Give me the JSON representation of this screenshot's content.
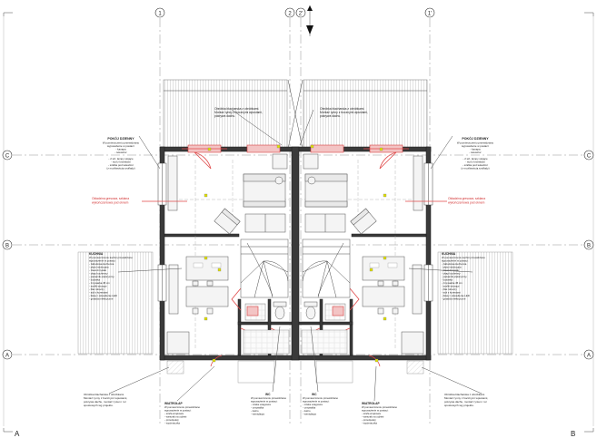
{
  "grid": {
    "axis_1": "1",
    "axis_2": "2",
    "axis_2p": "2'",
    "axis_1p": "1'",
    "axis_A": "A",
    "axis_B": "B",
    "axis_C": "C"
  },
  "section_marks": {
    "bottom_left": "A",
    "bottom_right": "B"
  },
  "notes": {
    "top_left": [
      "Obróbka blacharska z obróbkami.",
      "Montaż rynny z bocznymi wpustami,",
      "pokrywa dachu."
    ],
    "top_right": [
      "Obróbka blacharska z obróbkami.",
      "Montaż rynny z bocznymi wpustami,",
      "pokrywa dachu."
    ],
    "red_left": [
      "Okładzina gresowa, szklana",
      "wykończeniowa pod oknem"
    ],
    "red_right": [
      "Okładzina gresowa, szklana",
      "wykończeniowa pod oknem"
    ]
  },
  "rooms": {
    "pokoj_left": {
      "title": "POKÓJ DZIENNY",
      "lines": [
        "W pomieszczeniu przewidziano",
        "wyposażenie w postaci:",
        "- kanapa",
        "- telewizor",
        "- 2 szt. lampy stojące",
        "- stół z krzesłami",
        "- szafka pod telewizor",
        "(z możliwością szuflady)"
      ]
    },
    "pokoj_right": {
      "title": "POKÓJ DZIENNY",
      "lines": [
        "W pomieszczeniu przewidziano",
        "wyposażenie w postaci:",
        "- kanapa",
        "- telewizor",
        "- 2 szt. lampy stojące",
        "- stół z krzesłami",
        "- szafka pod telewizor",
        "(z możliwością szuflady)"
      ]
    },
    "kuchnia_left": {
      "title": "KUCHNIA",
      "lines": [
        "W pomieszczeniu kuchni przewidziano",
        "wyposażenie w postaci:",
        "- zabudowa kuchenna",
        "- płyta indukcyjna",
        "- zlewozmywak",
        "- okap kuchenny",
        "- piekarnik elektryczny",
        "- lodówka",
        "- zmywarka 45 cm",
        "- szafki wiszące",
        "- blat roboczy",
        "- stół z krzesłami",
        "- listwy i oświetlenie LED",
        "- gniazda elektryczne"
      ]
    },
    "kuchnia_right": {
      "title": "KUCHNIA",
      "lines": [
        "W pomieszczeniu kuchni przewidziano",
        "wyposażenie w postaci:",
        "- zabudowa kuchenna",
        "- płyta indukcyjna",
        "- zlewozmywak",
        "- okap kuchenny",
        "- piekarnik elektryczny",
        "- lodówka",
        "- zmywarka 45 cm",
        "- szafki wiszące",
        "- blat roboczy",
        "- stół z krzesłami",
        "- listwy i oświetlenie LED",
        "- gniazda elektryczne"
      ]
    },
    "wiatrolap_left": {
      "title": "WIATROŁAP",
      "lines": [
        "W pomieszczeniu przewidziano",
        "wyposażenie w postaci:",
        "- szafa wnękowa",
        "- wieszak na odzież",
        "- przedpokój",
        "- wycieraczka"
      ]
    },
    "wiatrolap_right": {
      "title": "WIATROŁAP",
      "lines": [
        "W pomieszczeniu przewidziano",
        "wyposażenie w postaci:",
        "- szafa wnękowa",
        "- wieszak na odzież",
        "- przedpokój",
        "- wycieraczka"
      ]
    },
    "wc_left": {
      "title": "WC",
      "lines": [
        "W pomieszczeniu przewidziano",
        "wyposażenie w postaci:",
        "- miska ustępowa",
        "- umywalka",
        "- lustro",
        "- wentylacja"
      ]
    },
    "wc_right": {
      "title": "WC",
      "lines": [
        "W pomieszczeniu przewidziano",
        "wyposażenie w postaci:",
        "- miska ustępowa",
        "- umywalka",
        "- lustro",
        "- wentylacja"
      ]
    }
  },
  "bottom_notes": {
    "left": [
      "Obróbka blacharska z obróbkami.",
      "Montaż rynny z bocznymi wpustami,",
      "pokrywa dachu, montaż rynien i rur",
      "spustowych wg projektu."
    ],
    "right": [
      "Obróbka blacharska z obróbkami.",
      "Montaż rynny z bocznymi wpustami,",
      "pokrywa dachu, montaż rynien i rur",
      "spustowych wg projektu."
    ]
  }
}
